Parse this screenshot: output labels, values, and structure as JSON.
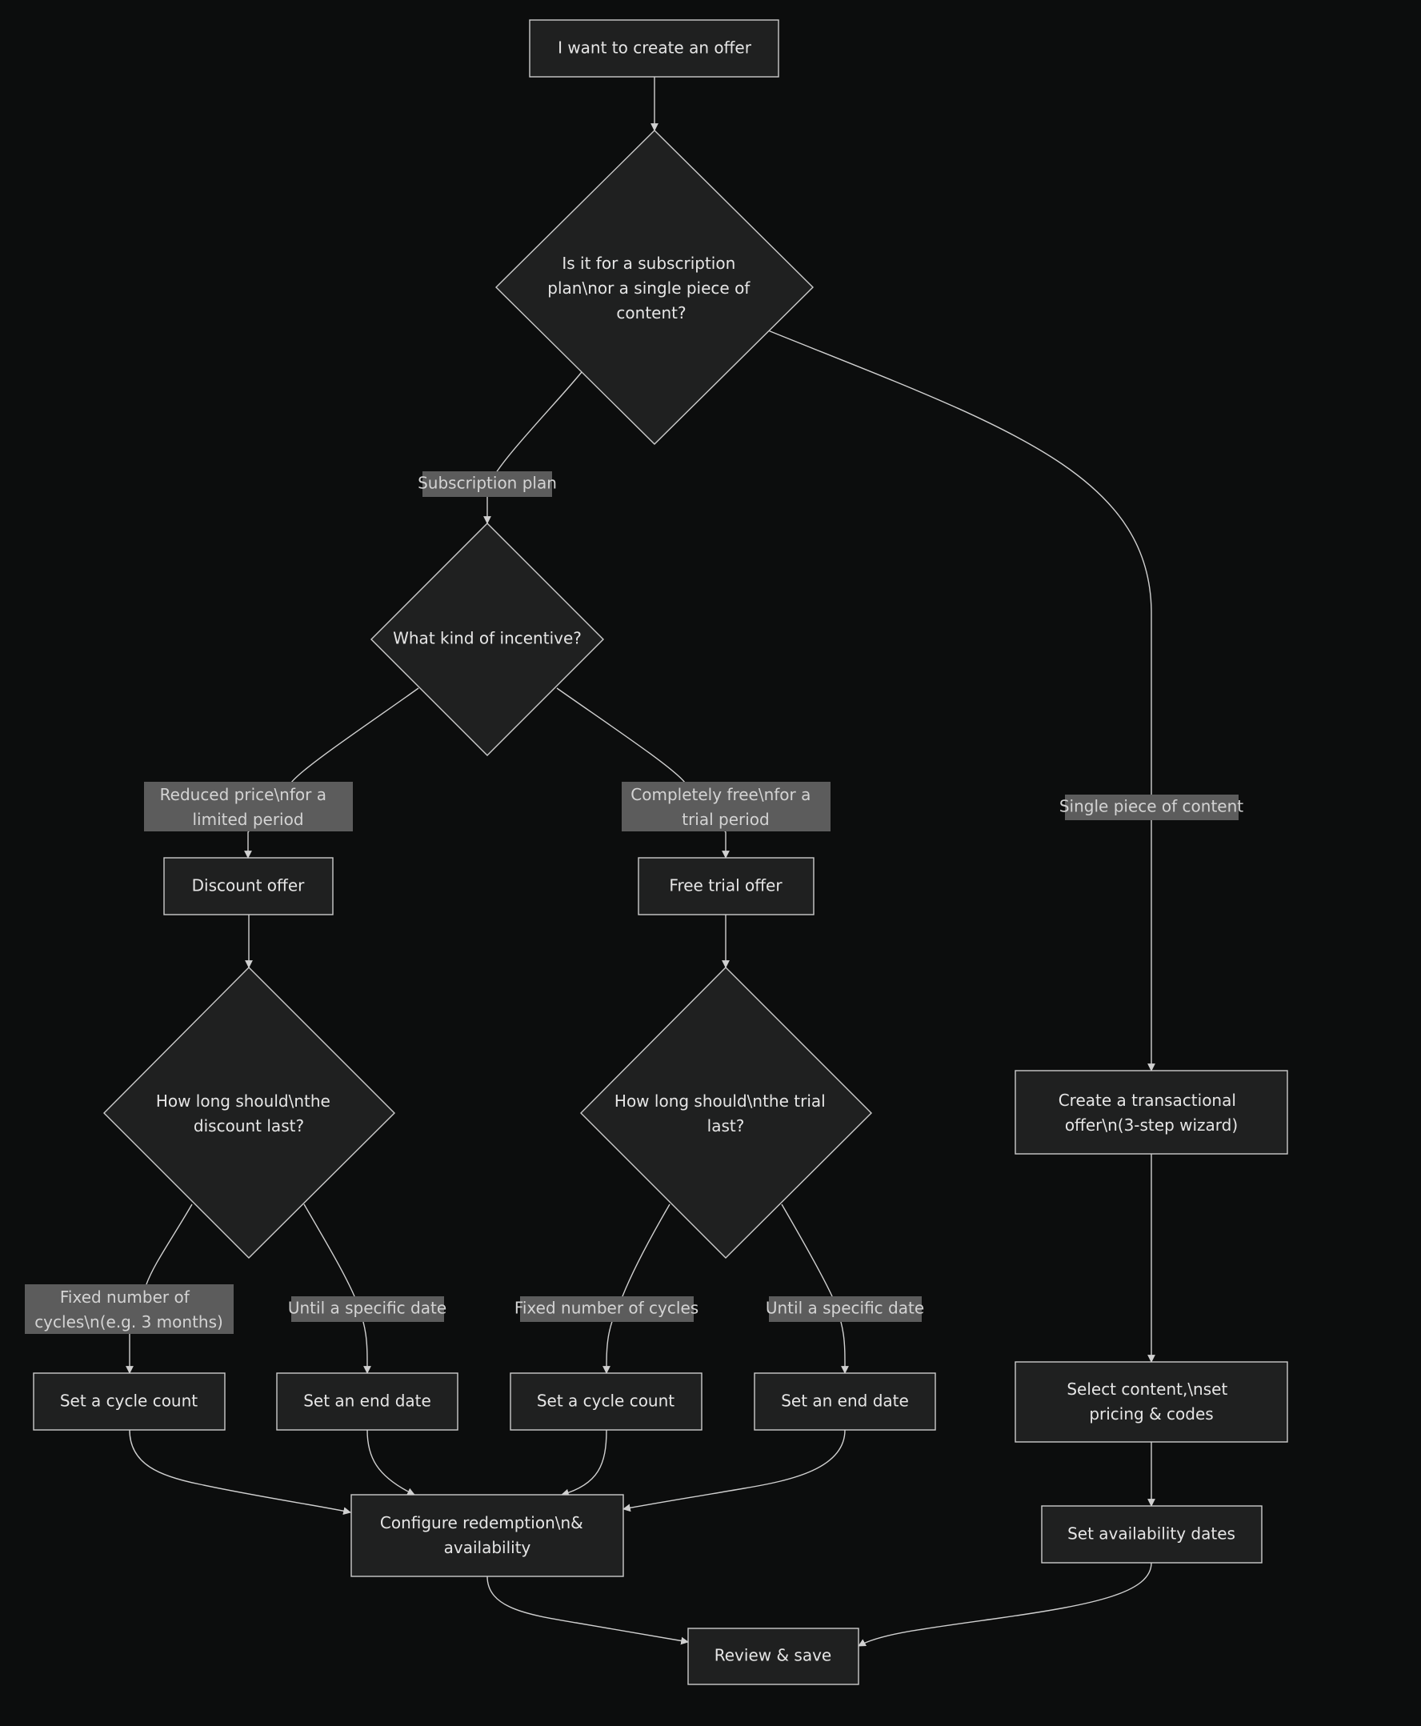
{
  "diagram": {
    "nodes": {
      "start": "I want to create an offer",
      "q_type": [
        "Is it for a subscription",
        "plan\\nor a single piece of",
        "content?"
      ],
      "q_incentive": "What kind of incentive?",
      "discount_offer": "Discount offer",
      "free_trial_offer": "Free trial offer",
      "q_discount_length": [
        "How long should\\nthe",
        "discount last?"
      ],
      "q_trial_length": [
        "How long should\\nthe trial",
        "last?"
      ],
      "transactional_offer": [
        "Create a transactional",
        "offer\\n(3-step wizard)"
      ],
      "set_cycle_count_discount": "Set a cycle count",
      "set_end_date_discount": "Set an end date",
      "set_cycle_count_trial": "Set a cycle count",
      "set_end_date_trial": "Set an end date",
      "select_content": [
        "Select content,\\nset",
        "pricing & codes"
      ],
      "configure_redemption": [
        "Configure redemption\\n&",
        "availability"
      ],
      "set_availability": "Set availability dates",
      "review_save": "Review & save"
    },
    "edge_labels": {
      "subscription_plan": "Subscription plan",
      "single_piece": "Single piece of content",
      "reduced_price": [
        "Reduced price\\nfor a",
        "limited period"
      ],
      "completely_free": [
        "Completely free\\nfor a",
        "trial period"
      ],
      "fixed_cycles_discount": [
        "Fixed number of",
        "cycles\\n(e.g. 3 months)"
      ],
      "until_date_discount": "Until a specific date",
      "fixed_cycles_trial": "Fixed number of cycles",
      "until_date_trial": "Until a specific date"
    }
  }
}
